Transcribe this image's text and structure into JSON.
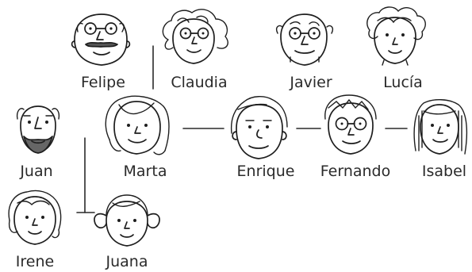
{
  "people": {
    "felipe": "Felipe",
    "claudia": "Claudia",
    "javier": "Javier",
    "lucia": "Lucía",
    "juan": "Juan",
    "marta": "Marta",
    "enrique": "Enrique",
    "fernando": "Fernando",
    "isabel": "Isabel",
    "irene": "Irene",
    "juana": "Juana"
  }
}
